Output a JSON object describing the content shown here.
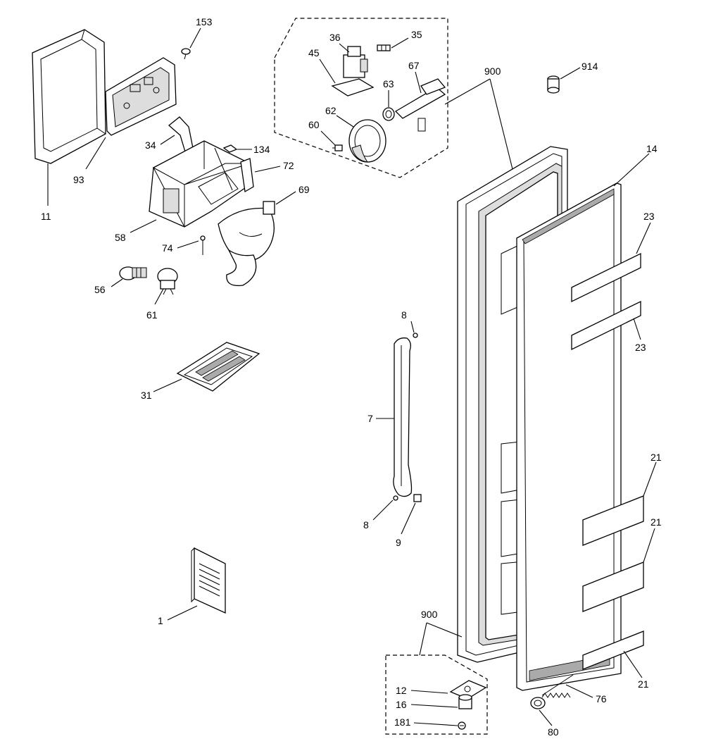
{
  "labels": {
    "p153": "153",
    "p36": "36",
    "p35": "35",
    "p45": "45",
    "p67": "67",
    "p63": "63",
    "p62": "62",
    "p60": "60",
    "p900_top": "900",
    "p914": "914",
    "p14": "14",
    "p23_a": "23",
    "p23_b": "23",
    "p34": "34",
    "p134": "134",
    "p72": "72",
    "p69": "69",
    "p93": "93",
    "p11": "11",
    "p58": "58",
    "p74": "74",
    "p56": "56",
    "p61": "61",
    "p8_a": "8",
    "p8_b": "8",
    "p7": "7",
    "p9": "9",
    "p31": "31",
    "p1": "1",
    "p21_a": "21",
    "p21_b": "21",
    "p21_c": "21",
    "p900_bottom": "900",
    "p12": "12",
    "p16": "16",
    "p181": "181",
    "p76": "76",
    "p80": "80"
  }
}
